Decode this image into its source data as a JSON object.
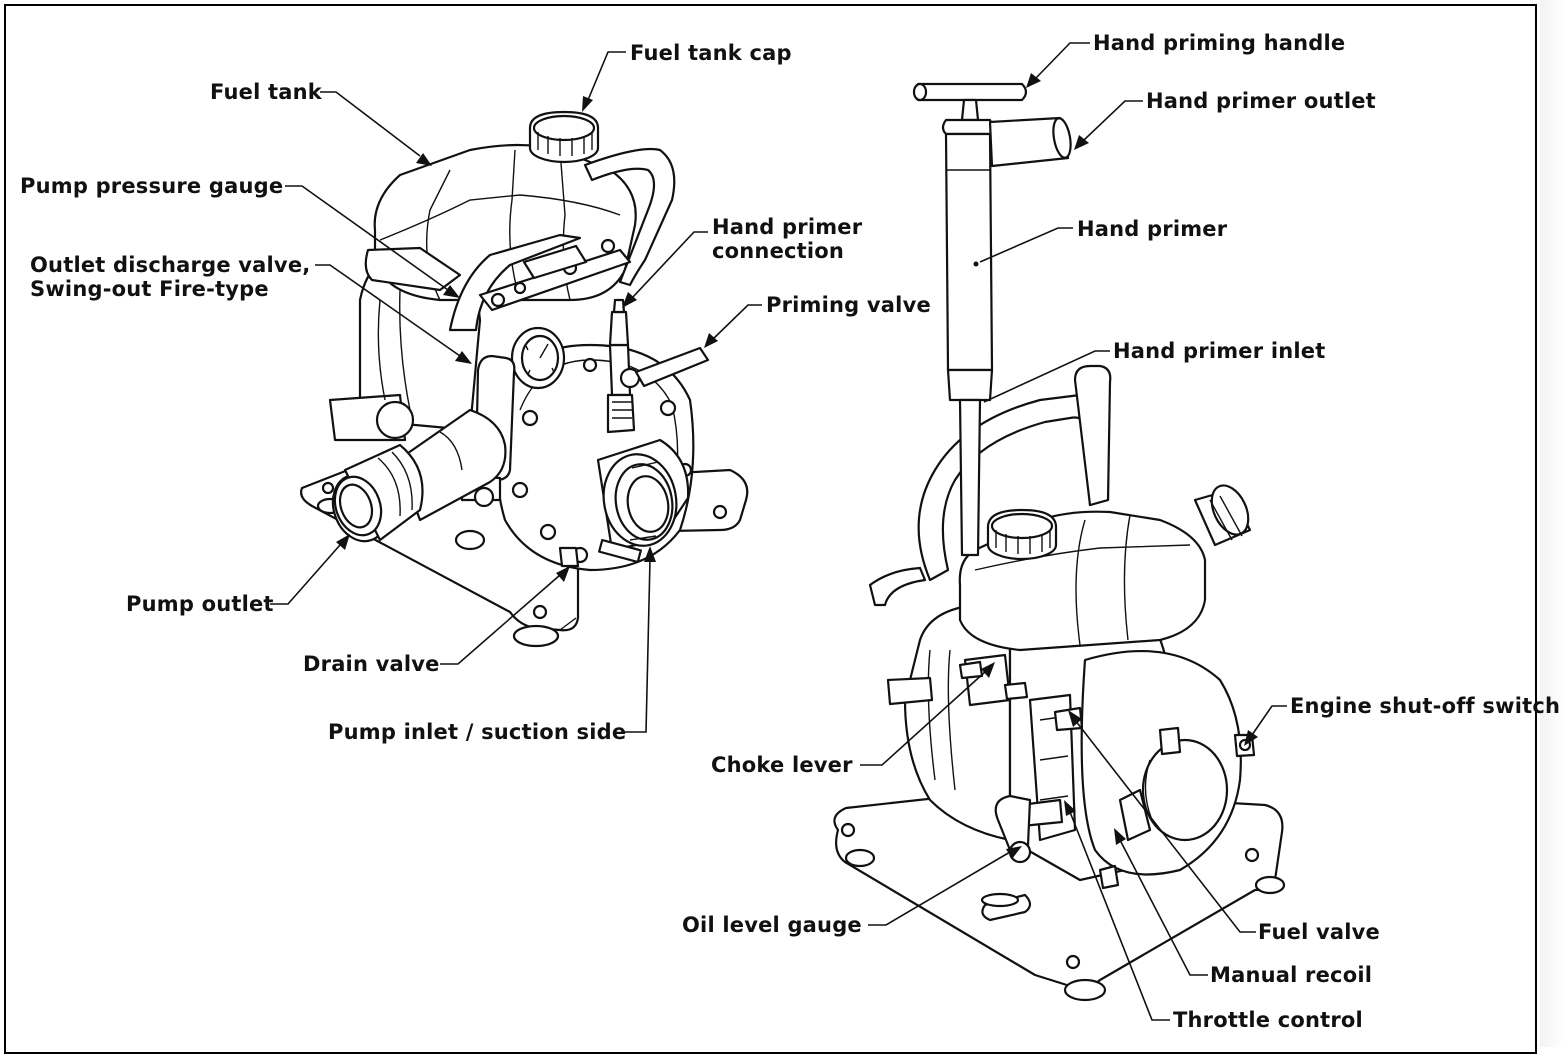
{
  "labels": {
    "fuel_tank_cap": "Fuel tank cap",
    "fuel_tank": "Fuel tank",
    "pump_pressure_gauge": "Pump pressure gauge",
    "outlet_discharge_valve_1": "Outlet discharge valve,",
    "outlet_discharge_valve_2": "Swing-out Fire-type",
    "hand_primer_connection_1": "Hand primer",
    "hand_primer_connection_2": "connection",
    "priming_valve": "Priming valve",
    "pump_outlet": "Pump outlet",
    "drain_valve": "Drain valve",
    "pump_inlet": "Pump inlet / suction side",
    "hand_priming_handle": "Hand priming handle",
    "hand_primer_outlet": "Hand primer outlet",
    "hand_primer": "Hand primer",
    "hand_primer_inlet": "Hand primer inlet",
    "engine_shutoff_switch": "Engine shut-off switch",
    "choke_lever": "Choke lever",
    "oil_level_gauge": "Oil level gauge",
    "fuel_valve": "Fuel valve",
    "manual_recoil": "Manual recoil",
    "throttle_control": "Throttle control"
  }
}
